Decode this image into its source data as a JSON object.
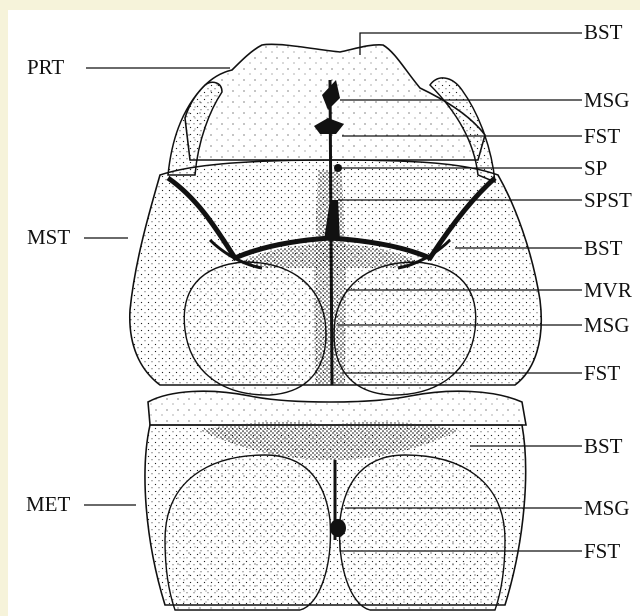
{
  "labels": {
    "left": {
      "prt": "PRT",
      "mst": "MST",
      "met": "MET"
    },
    "right": {
      "bst_1": "BST",
      "msg_1": "MSG",
      "fst_1": "FST",
      "sp": "SP",
      "spst": "SPST",
      "bst_2": "BST",
      "mvr": "MVR",
      "msg_2": "MSG",
      "fst_2": "FST",
      "bst_3": "BST",
      "msg_3": "MSG",
      "fst_3": "FST"
    }
  },
  "colors": {
    "page_border": "#f6f3da",
    "background": "#ffffff",
    "ink": "#111111"
  }
}
